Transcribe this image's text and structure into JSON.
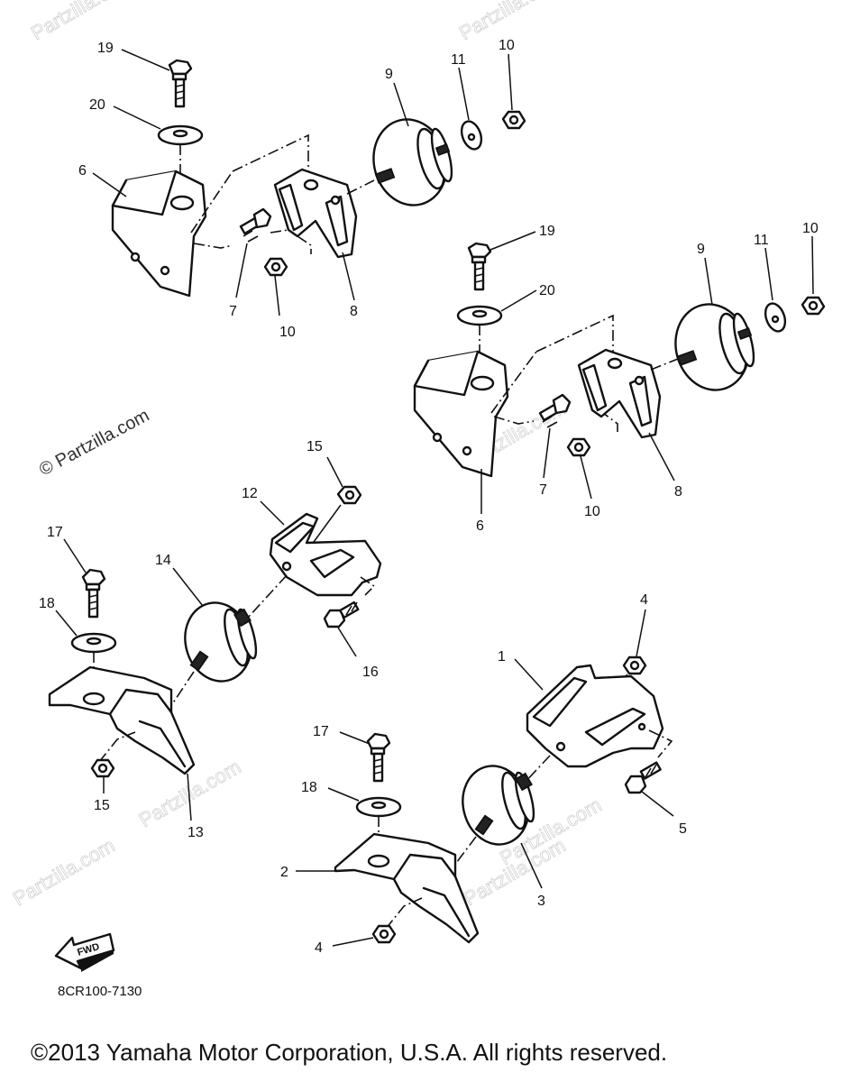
{
  "watermark": {
    "brand": "© Partzilla.com",
    "faint": "Partzilla.com"
  },
  "callouts": {
    "c1": "1",
    "c2": "2",
    "c3": "3",
    "c4a": "4",
    "c4b": "4",
    "c5": "5",
    "c6a": "6",
    "c6b": "6",
    "c7a": "7",
    "c7b": "7",
    "c8a": "8",
    "c8b": "8",
    "c9a": "9",
    "c9b": "9",
    "c10a": "10",
    "c10b": "10",
    "c10c": "10",
    "c10d": "10",
    "c11a": "11",
    "c11b": "11",
    "c12": "12",
    "c13": "13",
    "c14": "14",
    "c15a": "15",
    "c15b": "15",
    "c16": "16",
    "c17a": "17",
    "c17b": "17",
    "c18a": "18",
    "c18b": "18",
    "c19a": "19",
    "c19b": "19",
    "c20a": "20",
    "c20b": "20"
  },
  "fwd_label": "FWD",
  "diagram_code": "8CR100-7130",
  "copyright": "©2013  Yamaha Motor Corporation, U.S.A. All rights reserved."
}
